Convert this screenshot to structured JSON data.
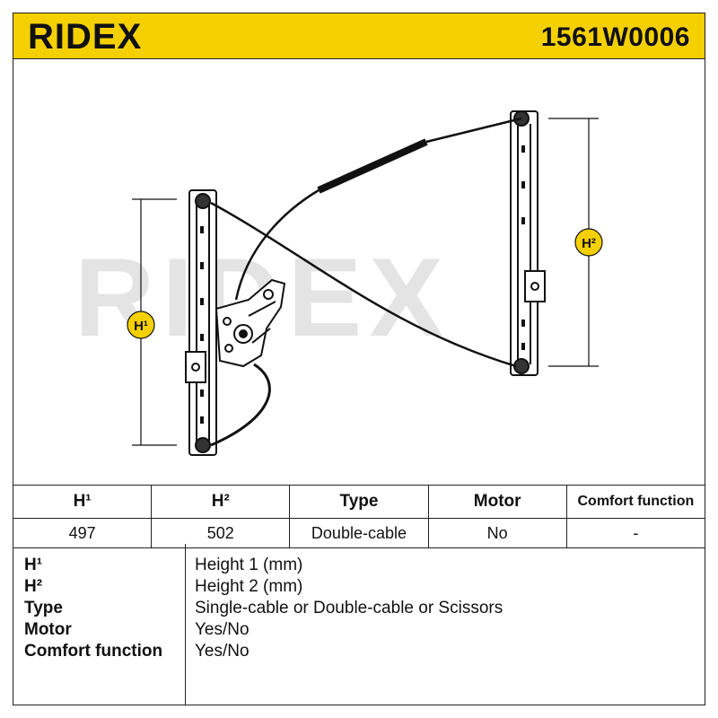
{
  "header": {
    "brand": "RIDEX",
    "part_number": "1561W0006",
    "background_color": "#f5d000"
  },
  "drawing": {
    "watermark": "RIDEX",
    "dim_labels": {
      "h1": "H¹",
      "h2": "H²"
    },
    "badge_color": "#f5d000"
  },
  "specs_table": {
    "headers": [
      "H¹",
      "H²",
      "Type",
      "Motor",
      "Comfort function"
    ],
    "values": [
      "497",
      "502",
      "Double-cable",
      "No",
      "-"
    ]
  },
  "legend": {
    "items": [
      {
        "key": "H¹",
        "value": "Height 1 (mm)"
      },
      {
        "key": "H²",
        "value": "Height 2 (mm)"
      },
      {
        "key": "Type",
        "value": "Single-cable or Double-cable or Scissors"
      },
      {
        "key": "Motor",
        "value": "Yes/No"
      },
      {
        "key": "Comfort function",
        "value": "Yes/No"
      }
    ]
  }
}
